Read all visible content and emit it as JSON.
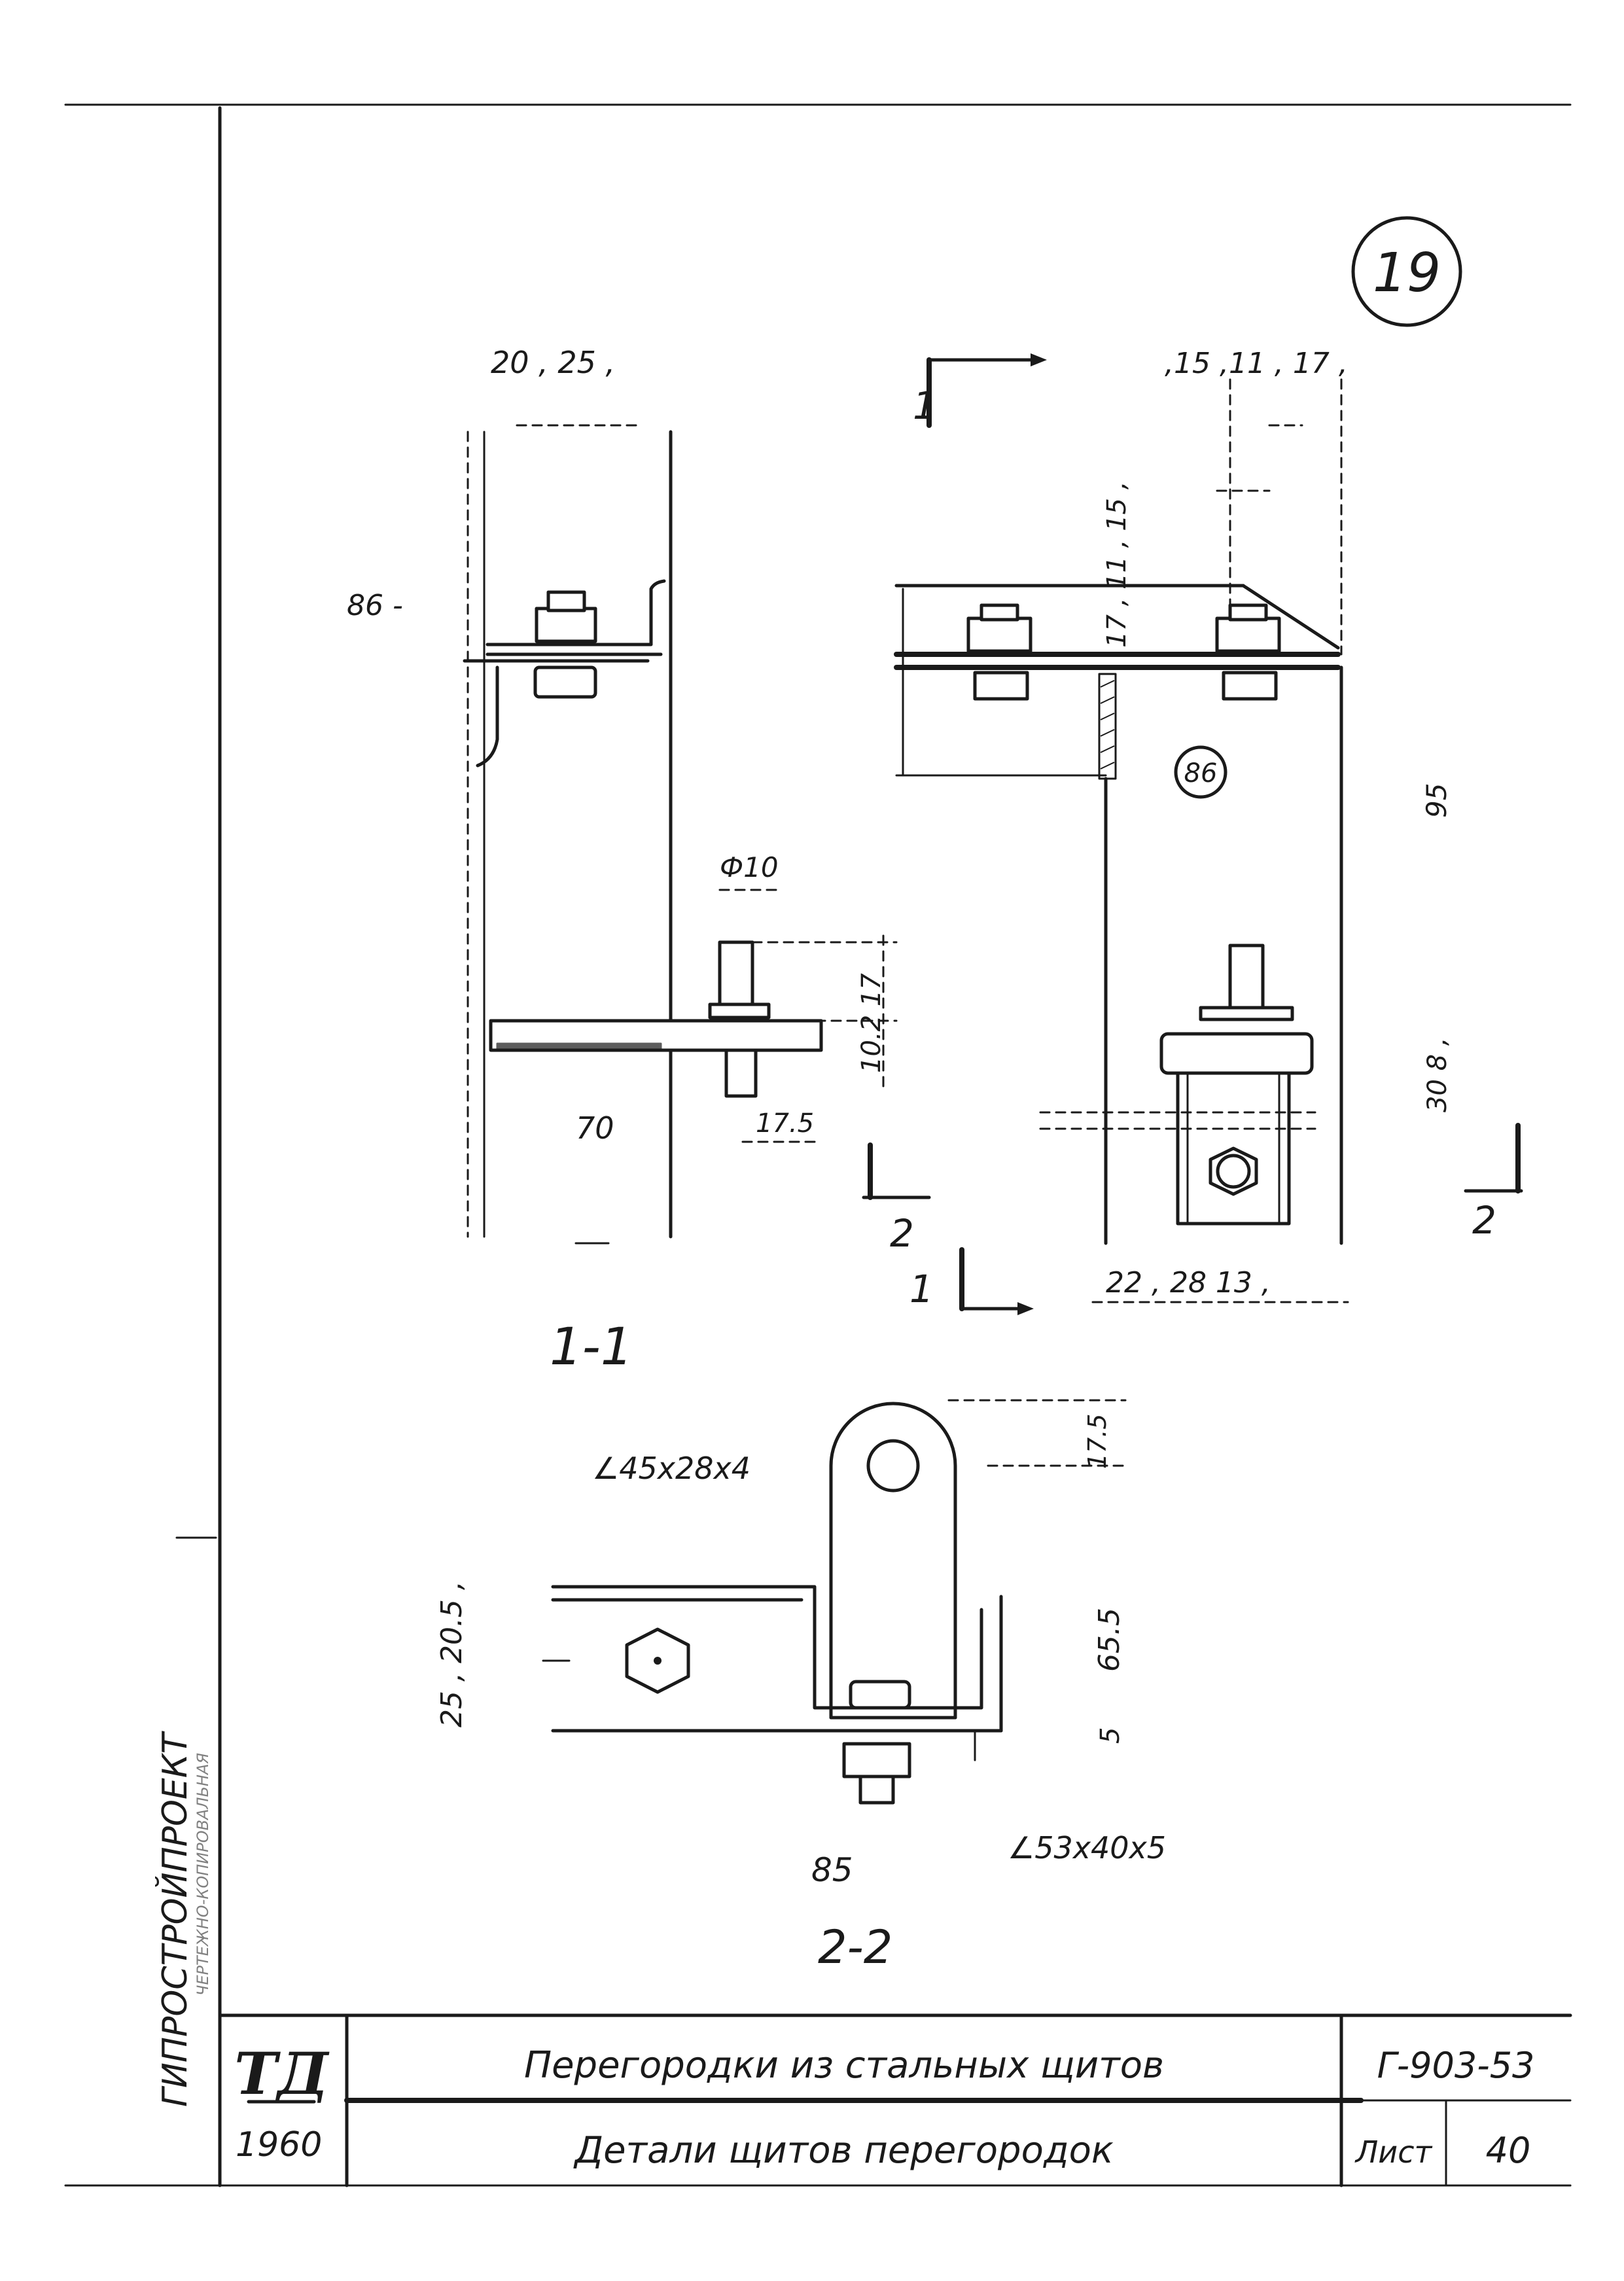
{
  "sheet_number": "19",
  "section_1_1": {
    "mark_left": "1",
    "mark_right": "1",
    "label": "1-1",
    "dims_top_left": "20 , 25 ,",
    "dims_top_right": ",15 ,11 , 17 ,",
    "dim_86_left": "86 -",
    "dims_vertical_mid": "17 , 11 , 15 ,",
    "circle_86": "86",
    "dim_95": "95",
    "dim_phi10": "Ф10",
    "dims_bolt_height": "10.2 17",
    "dims_bottom_right_vertical": "30 8 ,",
    "dim_70": "70",
    "dim_17_5": "17.5",
    "dims_bottom_row": "22 , 28 13 ,",
    "mark_2_left": "2",
    "mark_2_right": "2"
  },
  "section_2_2": {
    "label": "2-2",
    "angle_upper": "∠45x28x4",
    "angle_lower": "∠53x40x5",
    "dim_17_5": "17.5",
    "dim_65_5": "65.5",
    "dim_5": "5",
    "dims_left_vertical": "25 , 20.5 ,",
    "dim_85": "85"
  },
  "side_stamp": {
    "organization": "ГИПРОСТРОЙПРОЕКТ",
    "sub_line": "ЧЕРТЕЖНО-КОПИРОВАЛЬНАЯ"
  },
  "title_block": {
    "logo": "ТД",
    "year": "1960",
    "title_main": "Перегородки из стальных щитов",
    "title_sub": "Детали щитов перегородок",
    "series": "Г-903-53",
    "sheet_label": "Лист",
    "sheet_no": "40"
  }
}
